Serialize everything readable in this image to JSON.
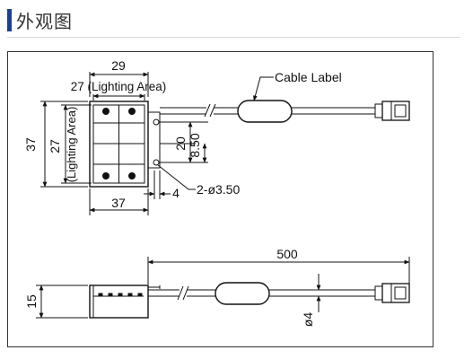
{
  "header": {
    "title": "外观图",
    "accent_color": "#1f3f8c"
  },
  "drawing": {
    "top_view": {
      "dim_width_top": "29",
      "dim_lighting_area_width": "27 (Lighting Area)",
      "dim_height_left": "37",
      "dim_lighting_area_height": "27",
      "dim_lighting_area_height_note": "(Lighting Area)",
      "dim_hole_spacing": "20",
      "dim_hole_offset": "8.50",
      "dim_hole_edge": "4",
      "dim_hole_diameter": "2-ø3.50",
      "dim_width_bottom": "37",
      "cable_label": "Cable Label"
    },
    "side_view": {
      "dim_height": "15",
      "dim_cable_length": "500",
      "dim_cable_diameter": "ø4"
    }
  }
}
